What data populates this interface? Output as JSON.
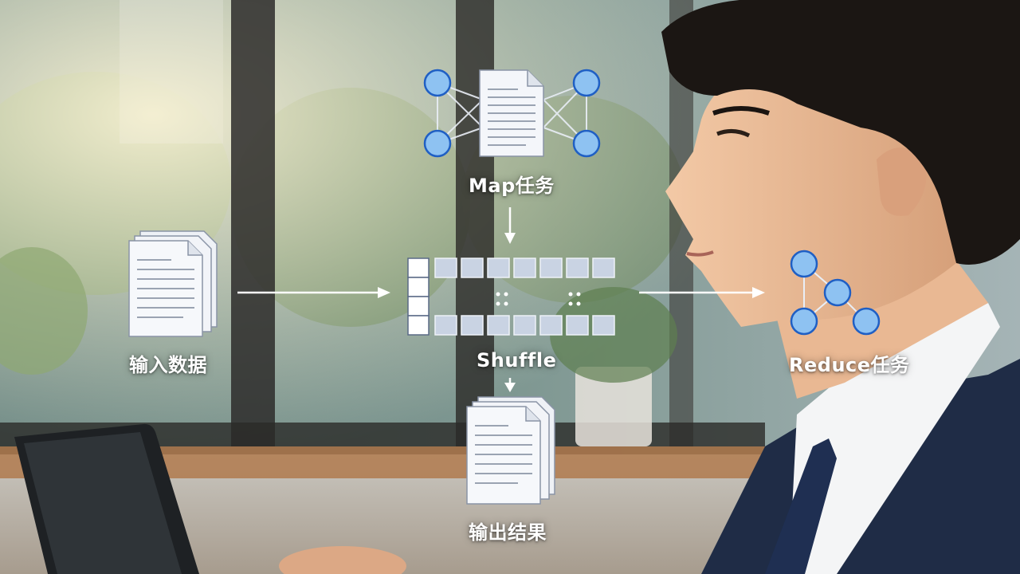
{
  "diagram": {
    "labels": {
      "input": "输入数据",
      "map": "Map任务",
      "shuffle": "Shuffle",
      "reduce": "Reduce任务",
      "output": "输出结果"
    },
    "colors": {
      "node_fill": "#8ec2f2",
      "node_stroke": "#1f5fc4",
      "doc_fill": "#f4f6fa",
      "cell_fill": "#c9d3e3",
      "arrow": "#ffffff"
    },
    "icons": [
      "document-stack-icon",
      "network-node-icon",
      "shuffle-grid-icon",
      "tree-node-icon"
    ]
  }
}
